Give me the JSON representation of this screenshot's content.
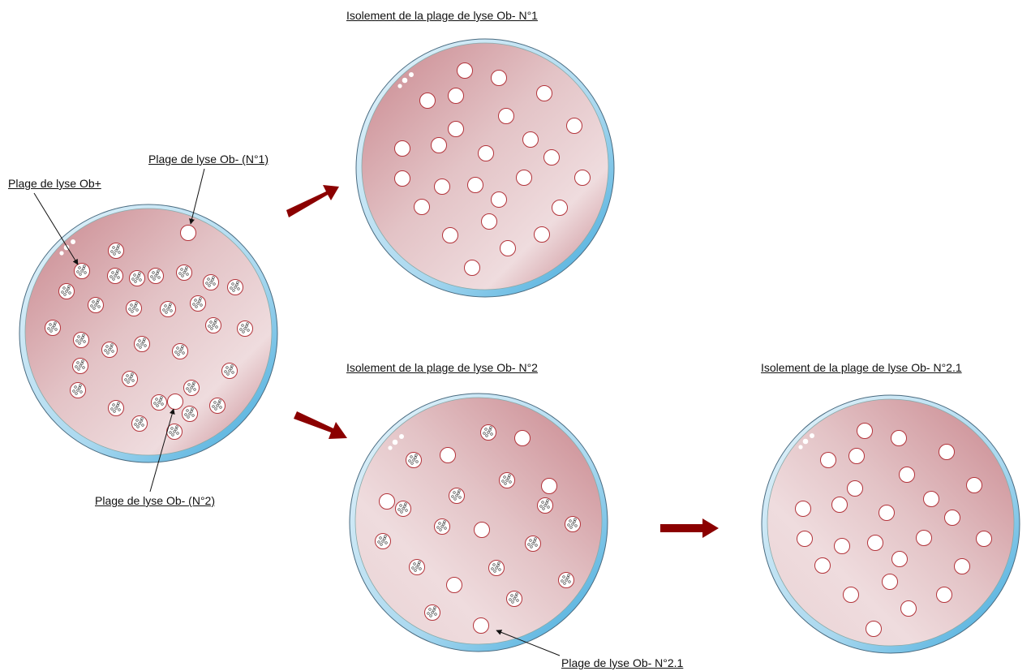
{
  "titles": {
    "dish_n1": "Isolement de la  plage de lyse Ob- N°1",
    "dish_n2": "Isolement de la  plage de lyse Ob- N°2",
    "dish_n21": "Isolement de la  plage de lyse Ob- N°2.1"
  },
  "labels": {
    "ob_plus": "Plage de lyse Ob+",
    "ob_minus_n1": "Plage de lyse Ob- (N°1)",
    "ob_minus_n2": "Plage de lyse Ob- (N°2)",
    "ob_minus_n21": "Plage de lyse Ob- N°2.1"
  },
  "colors": {
    "agar_dark": "#c9868d",
    "agar_light": "#f1e2e3",
    "dish_rim": "#7ec4e6",
    "plaque_rim": "#b3343b",
    "arrow": "#8b0000"
  }
}
